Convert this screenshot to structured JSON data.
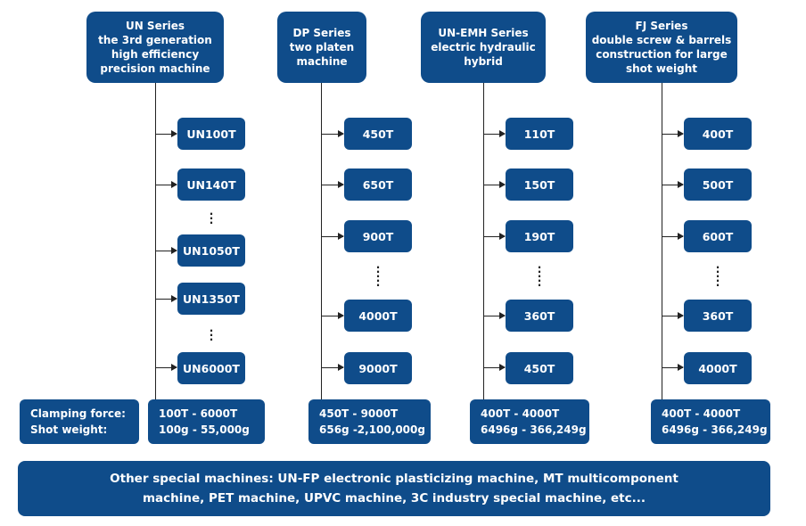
{
  "series": [
    {
      "header": [
        "UN Series",
        "the 3rd generation",
        "high efficiency",
        "precision machine"
      ],
      "models": [
        "UN100T",
        "UN140T",
        "UN1050T",
        "UN1350T",
        "UN6000T"
      ],
      "spec": [
        "100T - 6000T",
        "100g - 55,000g"
      ]
    },
    {
      "header": [
        "DP Series",
        "two platen",
        "machine"
      ],
      "models": [
        "450T",
        "650T",
        "900T",
        "4000T",
        "9000T"
      ],
      "spec": [
        "450T - 9000T",
        "656g -2,100,000g"
      ]
    },
    {
      "header": [
        "UN-EMH Series",
        "electric hydraulic",
        "hybrid"
      ],
      "models": [
        "110T",
        "150T",
        "190T",
        "360T",
        "450T"
      ],
      "spec": [
        "400T - 4000T",
        "6496g - 366,249g"
      ]
    },
    {
      "header": [
        "FJ Series",
        "double screw & barrels",
        "construction for large",
        "shot weight"
      ],
      "models": [
        "400T",
        "500T",
        "600T",
        "360T",
        "4000T"
      ],
      "spec": [
        "400T - 4000T",
        "6496g - 366,249g"
      ]
    }
  ],
  "labels": {
    "clamping_force": "Clamping force:",
    "shot_weight": "Shot weight:"
  },
  "footer": {
    "line1": "Other special machines: UN-FP electronic plasticizing machine, MT multicomponent",
    "line2": "machine, PET machine, UPVC machine, 3C industry special machine, etc..."
  },
  "colors": {
    "box": "#0f4c8a",
    "text": "#ffffff",
    "line": "#222222"
  }
}
